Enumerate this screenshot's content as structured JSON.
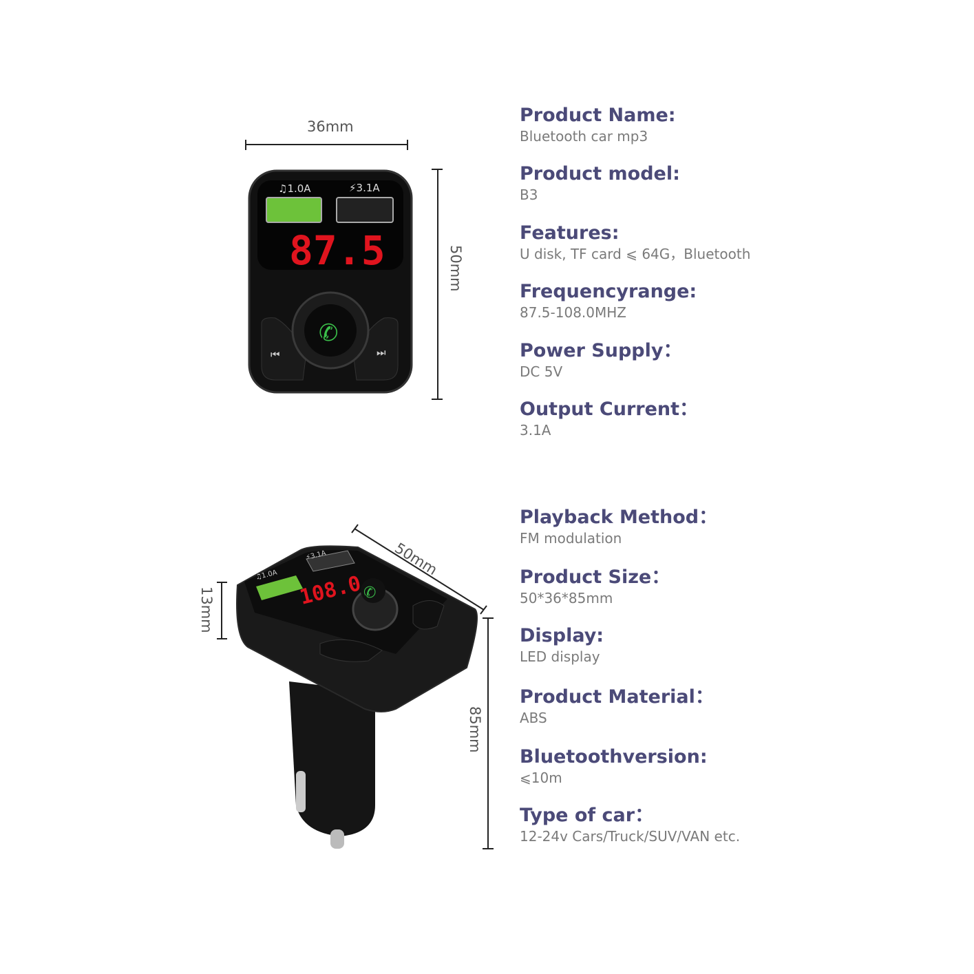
{
  "dimensions": {
    "width": "36mm",
    "height": "50mm",
    "depth": "13mm",
    "diag": "50mm",
    "length": "85mm"
  },
  "device_top": {
    "port1": "♫1.0A",
    "port2": "⚡3.1A",
    "display": "87.5"
  },
  "device_angle": {
    "port1": "♫1.0A",
    "port2": "⚡3.1A",
    "display": "108.0"
  },
  "specs_top": [
    {
      "label": "Product Name:",
      "value": "Bluetooth car mp3"
    },
    {
      "label": "Product model:",
      "value": "B3"
    },
    {
      "label": "Features:",
      "value": "U disk, TF card ⩽ 64G，Bluetooth"
    },
    {
      "label": "Frequencyrange:",
      "value": "87.5-108.0MHZ"
    },
    {
      "label": "Power Supply：",
      "value": "DC 5V"
    },
    {
      "label": "Output Current：",
      "value": "3.1A"
    }
  ],
  "specs_bottom": [
    {
      "label": "Playback Method：",
      "value": "FM modulation"
    },
    {
      "label": "Product Size：",
      "value": "50*36*85mm"
    },
    {
      "label": "Display:",
      "value": "LED display"
    },
    {
      "label": "Product Material：",
      "value": "ABS"
    },
    {
      "label": "Bluetoothversion:",
      "value": "⩽10m"
    },
    {
      "label": "Type of car：",
      "value": "12-24v Cars/Truck/SUV/VAN etc."
    }
  ],
  "colors": {
    "heading": "#4b4a78",
    "value": "#7a7a7a",
    "led": "#e0141e",
    "usb_green": "#6dc23a"
  }
}
